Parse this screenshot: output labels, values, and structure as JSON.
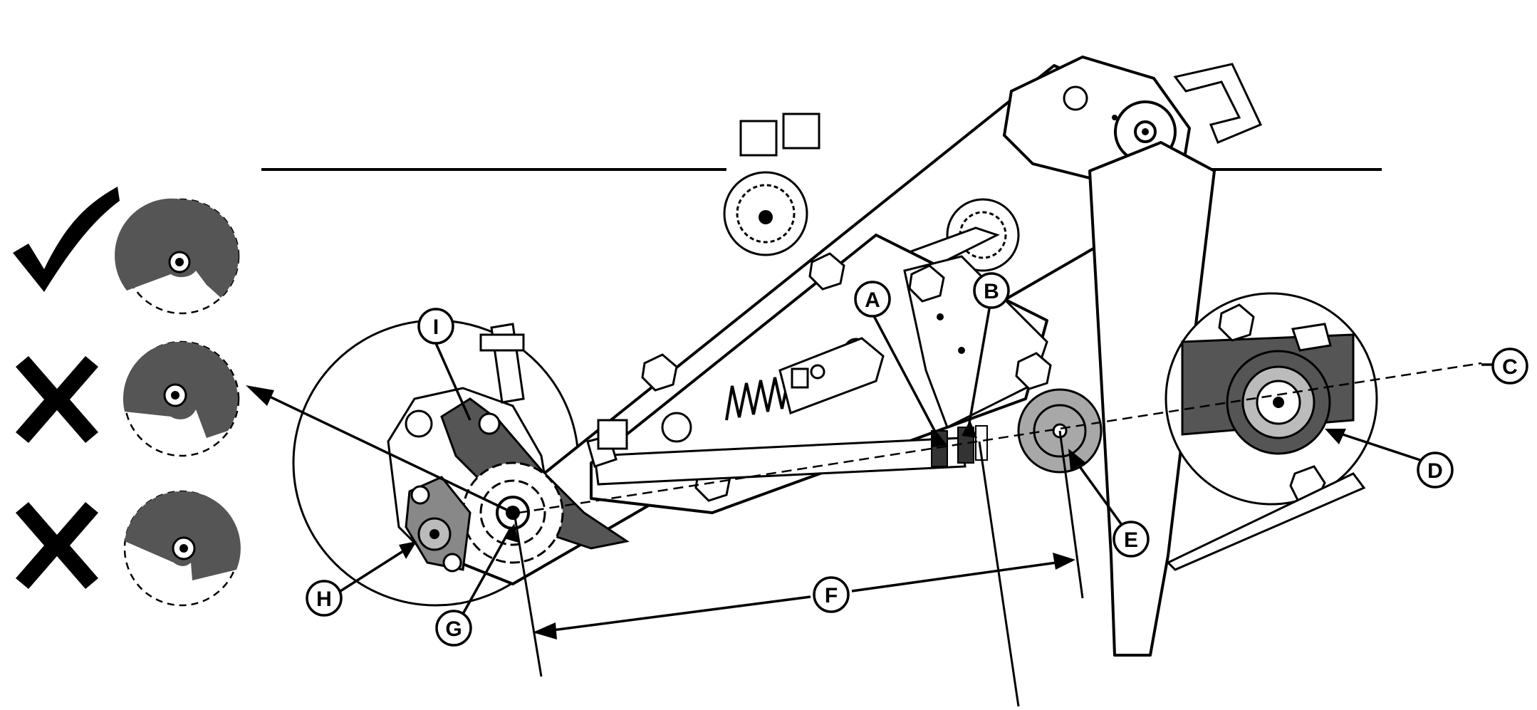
{
  "callouts": {
    "a": "A",
    "b": "B",
    "c": "C",
    "d": "D",
    "e": "E",
    "f": "F",
    "g": "G",
    "h": "H",
    "i": "I"
  },
  "indicators": {
    "correct": "correct-check",
    "incorrect_1": "incorrect-x",
    "incorrect_2": "incorrect-x"
  },
  "colors": {
    "line": "#000000",
    "shade": "#555555",
    "light_shade": "#a8a8a8",
    "background": "#ffffff"
  }
}
